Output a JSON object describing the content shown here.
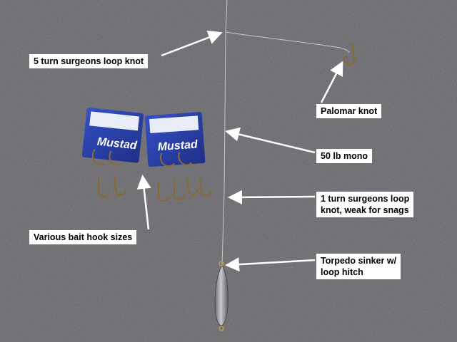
{
  "colors": {
    "background": "#5d5c60",
    "label_bg": "#ffffff",
    "label_text": "#000000",
    "arrow": "#ffffff",
    "package_blue": "#2a3fa8",
    "sinker": "#9a9aa2",
    "hook": "#8a6a30"
  },
  "annotations": {
    "surgeons_loop_5": "5 turn surgeons loop knot",
    "palomar": "Palomar knot",
    "mono": "50 lb mono",
    "surgeons_loop_1_line1": "1 turn surgeons loop",
    "surgeons_loop_1_line2": "knot, weak for snags",
    "bait_hooks": "Various bait hook sizes",
    "sinker_line1": "Torpedo sinker w/",
    "sinker_line2": "loop hitch"
  },
  "packages": {
    "brand": "Mustad",
    "count": 2
  },
  "icons": [
    "hook-icon",
    "sinker-icon",
    "arrow-icon"
  ]
}
